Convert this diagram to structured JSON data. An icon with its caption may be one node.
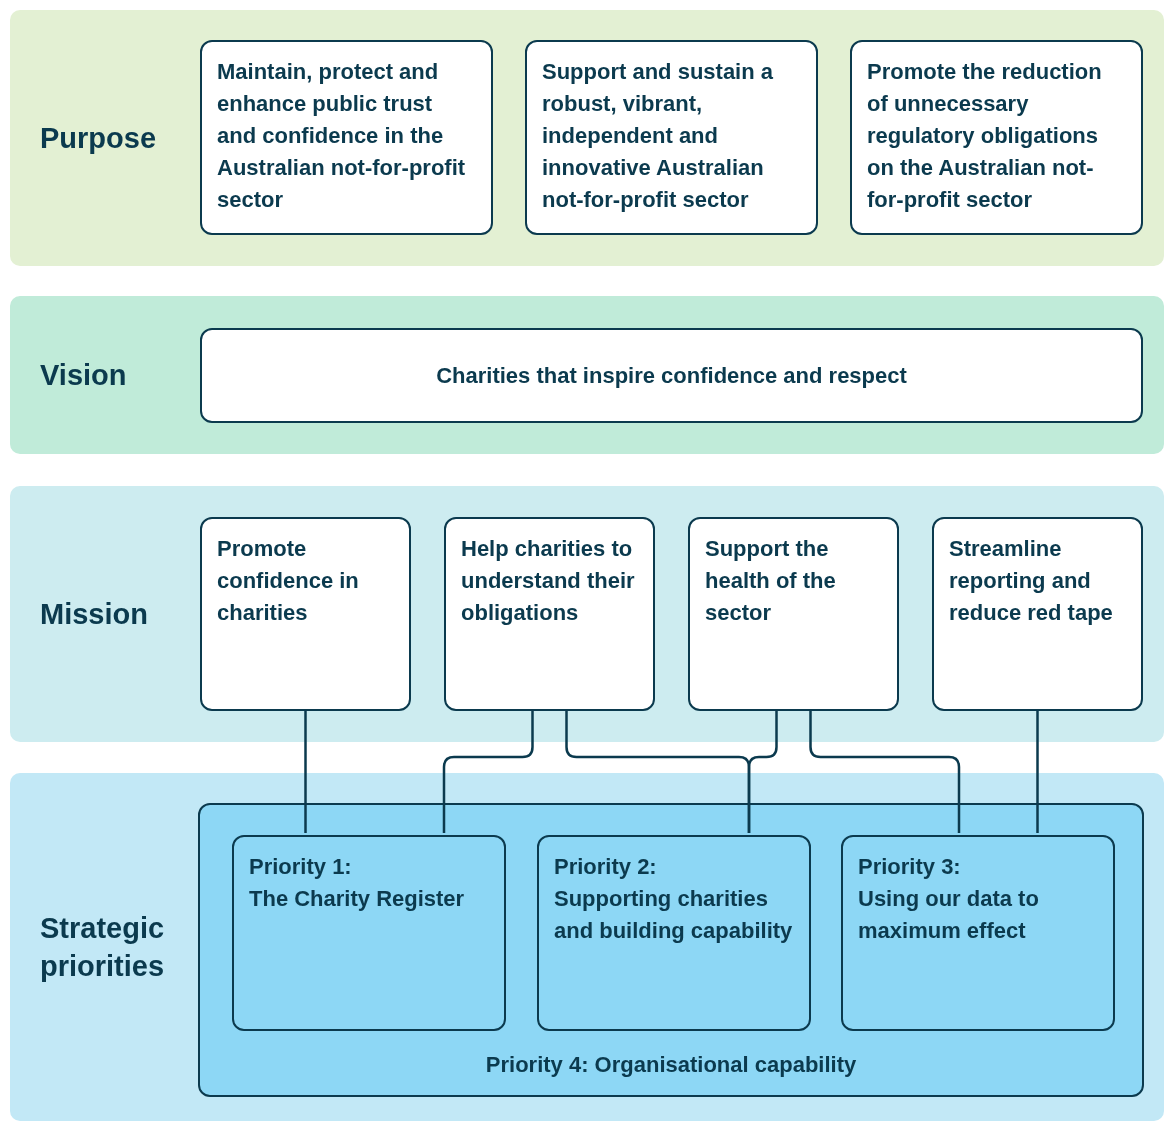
{
  "diagram": {
    "nodes": [
      {
        "text": [
          "Purpose"
        ]
      },
      {
        "text": [
          "Maintain, protect and enhance public trust and confidence in the Australian not-for-profit sector"
        ],
        "in": 0
      },
      {
        "text": [
          "Support and sustain a robust, vibrant, independent and innovative Australian not-for-profit sector"
        ],
        "in": 0
      },
      {
        "text": [
          "Promote the reduction of unnecessary regulatory obligations on the Australian not-for-profit sector"
        ],
        "in": 0
      },
      {
        "text": [
          "Vision"
        ]
      },
      {
        "text": [
          "Charities that inspire confidence and respect"
        ],
        "in": 4
      },
      {
        "text": [
          "Mission"
        ]
      },
      {
        "text": [
          "Promote confidence in charities"
        ],
        "in": 6
      },
      {
        "text": [
          "Help charities to understand their obligations"
        ],
        "in": 6
      },
      {
        "text": [
          "Support the health of the sector"
        ],
        "in": 6
      },
      {
        "text": [
          "Streamline reporting and reduce red tape"
        ],
        "in": 6
      },
      {
        "text": [
          "Strategic priorities"
        ]
      },
      {
        "text": [
          "Priority 4: Organisational capability"
        ],
        "in": 11
      },
      {
        "text": [
          "Priority 1:",
          "The Charity Register"
        ],
        "in": 12
      },
      {
        "text": [
          "Priority 2:",
          "Supporting charities and building capability"
        ],
        "in": 12
      },
      {
        "text": [
          "Priority 3:",
          "Using our data to maximum effect"
        ],
        "in": 12
      }
    ],
    "edges": [
      {
        "from": 7,
        "to": 13,
        "arrow": "none"
      },
      {
        "from": 8,
        "to": 13,
        "arrow": "none"
      },
      {
        "from": 8,
        "to": 14,
        "arrow": "none"
      },
      {
        "from": 9,
        "to": 14,
        "arrow": "none"
      },
      {
        "from": 9,
        "to": 15,
        "arrow": "none"
      },
      {
        "from": 10,
        "to": 15,
        "arrow": "none"
      }
    ]
  }
}
